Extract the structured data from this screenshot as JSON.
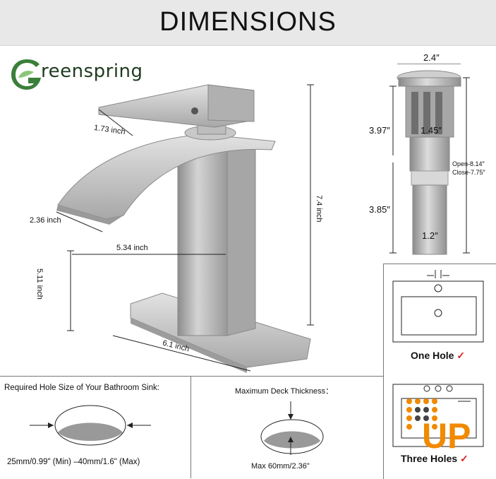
{
  "header": {
    "title": "DIMENSIONS"
  },
  "brand": {
    "name": "reenspring",
    "initial": "G",
    "color": "#2e6b2e"
  },
  "faucet": {
    "spout_width": "1.73 inch",
    "spout_depth": "2.36 inch",
    "reach": "5.34 inch",
    "spout_height": "5.11 inch",
    "total_height": "7.4 inch",
    "base_length": "6.1 inch"
  },
  "drain": {
    "cap_width": "2.4″",
    "upper_height": "3.97″",
    "inner_width": "1.45″",
    "lower_height": "3.85″",
    "tail_width": "1.2″",
    "open": "Open-8.14″",
    "close": "Close-7.75″"
  },
  "sink_options": {
    "one_hole": "One Hole",
    "three_holes": "Three Holes",
    "check": "✓"
  },
  "hole_size": {
    "heading": "Required Hole Size of Your Bathroom Sink:",
    "range": "25mm/0.99\" (Min) –40mm/1.6\" (Max)"
  },
  "deck": {
    "heading": "Maximum Deck Thickness：",
    "max": "Max 60mm/2.36\""
  },
  "badge": {
    "text": "UP",
    "color": "#f08a00"
  }
}
